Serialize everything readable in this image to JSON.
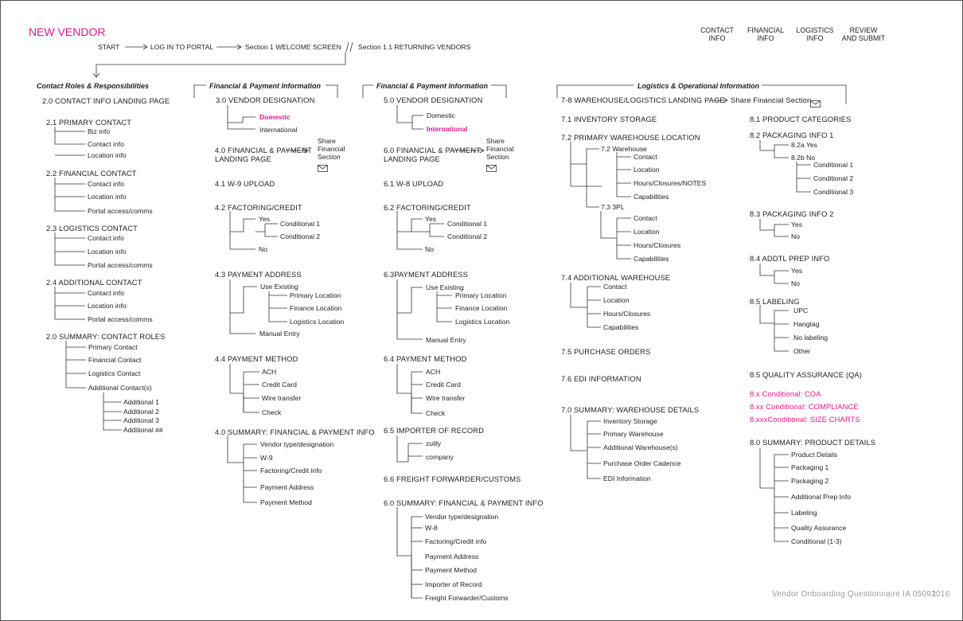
{
  "header": {
    "title": "NEW VENDOR",
    "flow": [
      "START",
      "LOG IN TO PORTAL",
      "Section 1 WELCOME SCREEN",
      "//",
      "Section 1.1  RETURNING VENDORS"
    ],
    "nav": [
      {
        "line1": "CONTACT",
        "line2": "INFO"
      },
      {
        "line1": "FINANCIAL",
        "line2": "INFO"
      },
      {
        "line1": "LOGISTICS",
        "line2": "INFO"
      },
      {
        "line1": "REVIEW",
        "line2": "AND SUBMIT"
      }
    ]
  },
  "footer": {
    "caption": "Vendor Onboarding Questionnaire IA  05092016",
    "page": "1"
  },
  "contact": {
    "group": "Contact Roles & Responsibilities",
    "landing": "2.0 CONTACT INFO LANDING PAGE",
    "primary": {
      "title": "2.1 PRIMARY  CONTACT",
      "items": [
        "Biz info",
        "Contact info",
        "Location info"
      ]
    },
    "financial": {
      "title": "2.2 FINANCIAL CONTACT",
      "items": [
        "Contact info",
        "Location info",
        "Portal access/comms"
      ]
    },
    "logistics": {
      "title": "2.3 LOGISTICS CONTACT",
      "items": [
        "Contact info",
        "Location info",
        "Portal access/comms"
      ]
    },
    "additional": {
      "title": "2.4 ADDITIONAL CONTACT",
      "items": [
        "Contact info",
        "Location info",
        "Portal access/comms"
      ]
    },
    "summary": {
      "title": "2.0 SUMMARY: CONTACT ROLES",
      "items": [
        "Primary Contact",
        "Financial Contact",
        "Logistics Contact",
        "Additional Contact(s)"
      ],
      "sub": [
        "Additional 1",
        "Additional 2",
        "Additional 3",
        "Additional ##"
      ]
    }
  },
  "fin_domestic": {
    "group": "Financial & Payment Information",
    "designation": {
      "title": "3.0 VENDOR DESIGNATION",
      "items": [
        "Domestic",
        "International"
      ]
    },
    "landing": {
      "line1": "4.0 FINANCIAL & PAYMENT",
      "line2": "LANDING PAGE"
    },
    "share": [
      "Share",
      "Financial",
      "Section"
    ],
    "upload": "4.1 W-9 UPLOAD",
    "factoring": {
      "title": "4.2 FACTORING/CREDIT",
      "yes": "Yes",
      "cond": [
        "Conditional 1",
        "Conditional 2"
      ],
      "no": "No"
    },
    "address": {
      "title": "4.3 PAYMENT ADDRESS",
      "existing": "Use Existing",
      "locs": [
        "Primary Location",
        "Finance Location",
        "Logistics Location"
      ],
      "manual": "Manual Entry"
    },
    "method": {
      "title": "4.4 PAYMENT METHOD",
      "items": [
        "ACH",
        "Credit Card",
        "Wire transfer",
        "Check"
      ]
    },
    "summary": {
      "title": "4.0 SUMMARY: FINANCIAL & PAYMENT INFO",
      "items": [
        "Vendor type/designation",
        "W-9",
        "Factoring/Credit info",
        "Payment Address",
        "Payment Method"
      ]
    }
  },
  "fin_intl": {
    "group": "Financial & Payment Information",
    "designation": {
      "title": "5.0 VENDOR DESIGNATION",
      "items": [
        "Domestic",
        "International"
      ]
    },
    "landing": {
      "line1": "6.0 FINANCIAL & PAYMENT",
      "line2": "LANDING PAGE"
    },
    "share": [
      "Share",
      "Financial",
      "Section"
    ],
    "upload": "6.1 W-8 UPLOAD",
    "factoring": {
      "title": "6.2 FACTORING/CREDIT",
      "yes": "Yes",
      "cond": [
        "Conditional 1",
        "Conditional 2"
      ],
      "no": "No"
    },
    "address": {
      "title": "6.3PAYMENT ADDRESS",
      "existing": "Use Existing",
      "locs": [
        "Primary Location",
        "Finance Location",
        "Logistics Location"
      ],
      "manual": "Manual Entry"
    },
    "method": {
      "title": "6.4 PAYMENT METHOD",
      "items": [
        "ACH",
        "Credit Card",
        "Wire transfer",
        "Check"
      ]
    },
    "importer": {
      "title": "6.5 IMPORTER OF RECORD",
      "items": [
        "zulily",
        "company"
      ]
    },
    "forwarder": "6.6 FREIGHT FORWARDER/CUSTOMS",
    "summary": {
      "title": "6.0 SUMMARY: FINANCIAL & PAYMENT INFO",
      "items": [
        "Vendor type/designation",
        "W-8",
        "Factoring/Credit info",
        "Payment Address",
        "Payment Method",
        "Importer of Record",
        "Freight Forwarder/Customs"
      ]
    }
  },
  "logistics": {
    "group": "Logistics & Operational Information",
    "landing": "7-8 WAREHOUSE/LOGISTICS LANDING PAGE",
    "share": "Share Financial Section",
    "storage": "7.1 INVENTORY STORAGE",
    "primary_wh": {
      "title": "7.2 PRIMARY WAREHOUSE LOCATION",
      "warehouse": {
        "title": "7.2 Warehouse",
        "items": [
          "Contact",
          "Location",
          "Hours/Closures/NOTES",
          "Capabilities"
        ]
      },
      "tpl": {
        "title": "7.3 3PL",
        "items": [
          "Contact",
          "Location",
          "Hours/Closures",
          "Capabilities"
        ]
      }
    },
    "additional_wh": {
      "title": "7.4 ADDITIONAL WAREHOUSE",
      "items": [
        "Contact",
        "Location",
        "Hours/Closures",
        "Capabilities"
      ]
    },
    "po": "7.5 PURCHASE ORDERS",
    "edi": "7.6 EDI INFORMATION",
    "summary": {
      "title": "7.0 SUMMARY: WAREHOUSE DETAILS",
      "items": [
        "Inventory Storage",
        "Primary Warehouse",
        "Additional Warehouse(s)",
        "Purchase Order Cadence",
        "EDI Information"
      ]
    }
  },
  "product": {
    "categories": "8.1 PRODUCT CATEGORIES",
    "pack1": {
      "title": "8.2 PACKAGING INFO 1",
      "yes": "8.2a Yes",
      "no": "8.2b No",
      "cond": [
        "Conditional 1",
        "Conditional 2",
        "Conditional 3"
      ]
    },
    "pack2": {
      "title": "8.3 PACKAGING INFO 2",
      "items": [
        "Yes",
        "No"
      ]
    },
    "prep": {
      "title": "8.4 ADDTL PREP INFO",
      "items": [
        "Yes",
        "No"
      ]
    },
    "labeling": {
      "title": "8.5 LABELING",
      "items": [
        "UPC",
        "Hangtag",
        "No labeling",
        "Other"
      ]
    },
    "qa": "8.5 QUALITY ASSURANCE (QA)",
    "conditionals": [
      "8.x Conditional: COA",
      "8.xx Conditional: COMPLIANCE",
      "8.xxxConditional: SIZE CHARTS"
    ],
    "summary": {
      "title": "8.0 SUMMARY: PRODUCT DETAILS",
      "items": [
        "Product Details",
        "Packaging 1",
        "Packaging 2",
        "Additional Prep Info",
        "Labeling",
        "Quality Assurance",
        "Conditional (1-3)"
      ]
    }
  },
  "colors": {
    "accent": "#e0188c",
    "line": "#333333",
    "footer": "#999999"
  }
}
